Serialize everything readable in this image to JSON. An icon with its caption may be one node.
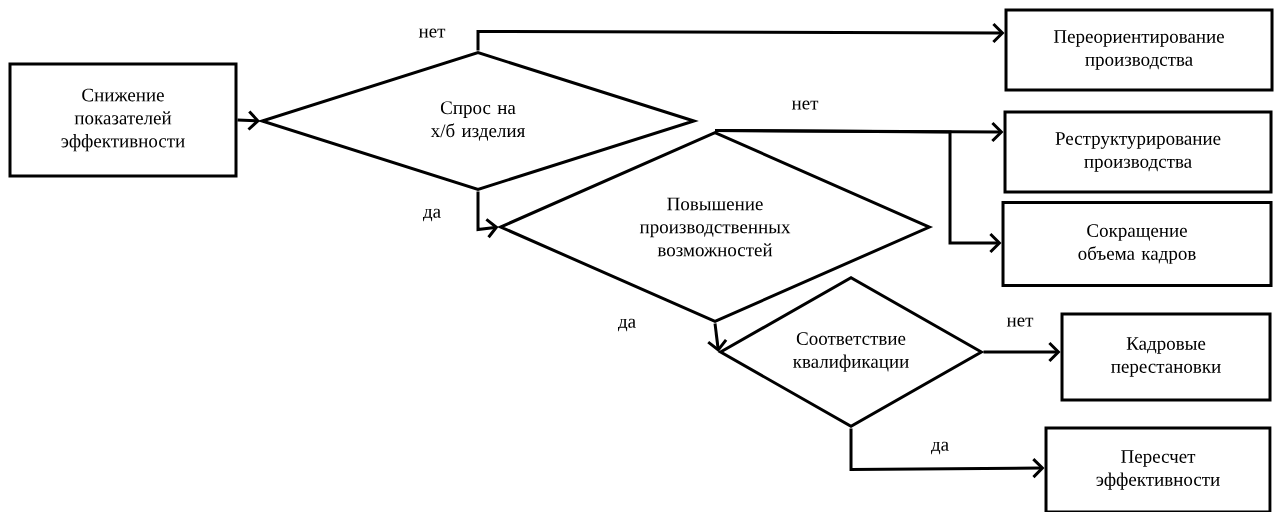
{
  "diagram": {
    "nodes": [
      {
        "text": [
          "Снижение показателей эффективности"
        ]
      },
      {
        "text": [
          "Спрос на х/б изделия"
        ]
      },
      {
        "text": [
          "Переориентирование производства"
        ]
      },
      {
        "text": [
          "Повышение производственных возможностей"
        ]
      },
      {
        "text": [
          "Реструктурирование производства"
        ]
      },
      {
        "text": [
          "Сокращение объема кадров"
        ]
      },
      {
        "text": [
          "Соответствие квалификации"
        ]
      },
      {
        "text": [
          "Кадровые перестановки"
        ]
      },
      {
        "text": [
          "Пересчет эффективности"
        ]
      }
    ],
    "edges": [
      {
        "from": 0,
        "to": 1,
        "arrow": "to"
      },
      {
        "from": 1,
        "to": 2,
        "arrow": "to",
        "label": "нет"
      },
      {
        "from": 1,
        "to": 3,
        "arrow": "to",
        "label": "да"
      },
      {
        "from": 3,
        "to": 4,
        "arrow": "to",
        "label": "нет"
      },
      {
        "from": 3,
        "to": 5,
        "arrow": "to"
      },
      {
        "from": 3,
        "to": 6,
        "arrow": "to",
        "label": "да"
      },
      {
        "from": 6,
        "to": 7,
        "arrow": "to",
        "label": "нет"
      },
      {
        "from": 6,
        "to": 8,
        "arrow": "to",
        "label": "да"
      }
    ]
  }
}
